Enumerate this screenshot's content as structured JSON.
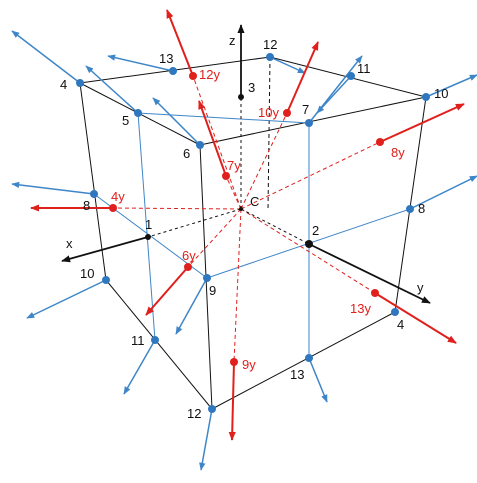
{
  "colors": {
    "cube": "#111111",
    "blue": "#3f86c8",
    "blue_dot": "#2f78bf",
    "red": "#e0201c",
    "axis": "#111111"
  },
  "axes": {
    "x": "x",
    "y": "y",
    "z": "z"
  },
  "center": {
    "label": "C"
  },
  "face_points": [
    {
      "name": "face-point-1",
      "label": "1"
    },
    {
      "name": "face-point-2",
      "label": "2"
    },
    {
      "name": "face-point-3",
      "label": "3"
    }
  ],
  "blue_points": [
    {
      "name": "node-4-back",
      "label": "4"
    },
    {
      "name": "node-13-back",
      "label": "13"
    },
    {
      "name": "node-12-back",
      "label": "12"
    },
    {
      "name": "node-11-back",
      "label": "11"
    },
    {
      "name": "node-10-back",
      "label": "10"
    },
    {
      "name": "node-5",
      "label": "5"
    },
    {
      "name": "node-6",
      "label": "6"
    },
    {
      "name": "node-7",
      "label": "7"
    },
    {
      "name": "node-8-left",
      "label": "8"
    },
    {
      "name": "node-8-right",
      "label": "8"
    },
    {
      "name": "node-9",
      "label": "9"
    },
    {
      "name": "node-10-front",
      "label": "10"
    },
    {
      "name": "node-11-front",
      "label": "11"
    },
    {
      "name": "node-12-front",
      "label": "12"
    },
    {
      "name": "node-13-front",
      "label": "13"
    },
    {
      "name": "node-4-front",
      "label": "4"
    }
  ],
  "red_points": [
    {
      "name": "red-point-12y",
      "label": "12y"
    },
    {
      "name": "red-point-10y",
      "label": "10y"
    },
    {
      "name": "red-point-7y",
      "label": "7y"
    },
    {
      "name": "red-point-8y",
      "label": "8y"
    },
    {
      "name": "red-point-4y",
      "label": "4y"
    },
    {
      "name": "red-point-6y",
      "label": "6y"
    },
    {
      "name": "red-point-13y",
      "label": "13y"
    },
    {
      "name": "red-point-9y",
      "label": "9y"
    }
  ]
}
